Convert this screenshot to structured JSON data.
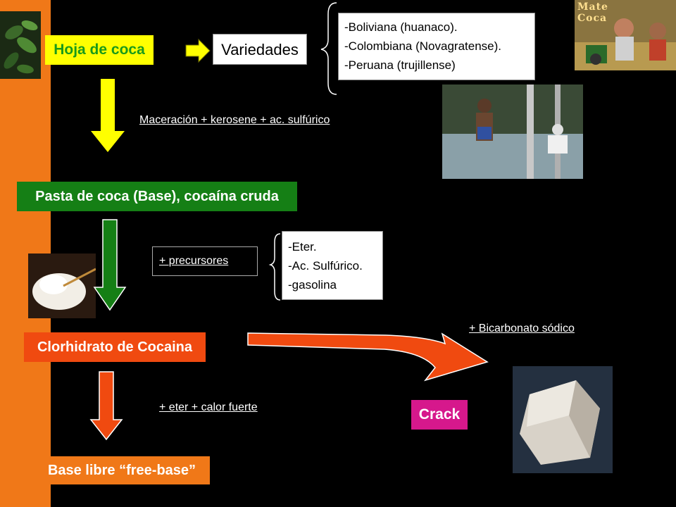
{
  "nodes": {
    "hoja": "Hoja de coca",
    "variedades": "Variedades",
    "pasta": "Pasta de coca (Base), cocaína cruda",
    "clorhidrato": "Clorhidrato de Cocaina",
    "base_libre": "Base libre “free-base”",
    "crack": "Crack"
  },
  "variedades_list": [
    "-Boliviana (huanaco).",
    "-Colombiana (Novagratense).",
    "-Peruana (trujillense)"
  ],
  "precursores_list": [
    "-Eter.",
    "-Ac. Sulfúrico.",
    "-gasolina"
  ],
  "annotations": {
    "maceracion": "Maceración + kerosene + ac. sulfúrico",
    "precursores": "+ precursores",
    "bicarbonato": "+ Bicarbonato sódico",
    "eter_calor": "+ eter + calor fuerte"
  },
  "photo_mate_label": [
    "Mate",
    "Coca"
  ],
  "colors": {
    "background": "#000000",
    "side_bar": "#f07818",
    "yellow": "#ffff00",
    "green": "#157f15",
    "red_orange": "#f04a10",
    "magenta": "#d6188c"
  }
}
